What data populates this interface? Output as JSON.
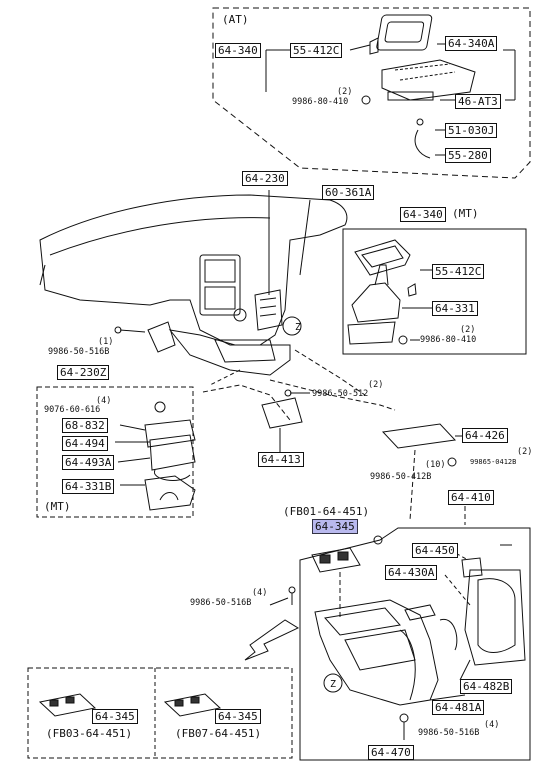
{
  "parts": {
    "p64_340": "64-340",
    "p55_412c_at": "55-412C",
    "p64_340a": "64-340A",
    "qty_at_bolt": "(2)",
    "bolt_at": "9986-80-410",
    "p46_at3": "46-AT3",
    "p51_030j": "51-030J",
    "p55_280": "55-280",
    "p64_230": "64-230",
    "p60_361a": "60-361A",
    "p64_340_mt": "64-340",
    "mt_suffix_1": "(MT)",
    "p55_412c_mt": "55-412C",
    "p64_331": "64-331",
    "qty_mt_bolt": "(2)",
    "bolt_mt": "9986-80-410",
    "qty_left_bolt": "(1)",
    "bolt_left": "9986-50-516B",
    "p64_230z": "64-230Z",
    "qty_mid_bolt": "(2)",
    "bolt_mid": "9986-50-512",
    "qty_knob": "(4)",
    "knob_bolt": "9076-60-616",
    "p68_832": "68-832",
    "p64_494": "64-494",
    "p64_493a": "64-493A",
    "p64_331b": "64-331B",
    "mt_suffix_2": "(MT)",
    "p64_413": "64-413",
    "p64_426": "64-426",
    "qty_10": "(10)",
    "bolt_412b": "9986-50-412B",
    "qty_right": "(2)",
    "bolt_right": "99865-0412B",
    "p64_410": "64-410",
    "fb01_code": "(FB01-64-451)",
    "p64_345_main": "64-345",
    "p64_450": "64-450",
    "p64_430a": "64-430A",
    "qty_516": "(4)",
    "bolt_516b": "9986-50-516B",
    "p64_482b": "64-482B",
    "p64_481a": "64-481A",
    "qty_bottom": "(4)",
    "bolt_bottom": "9986-50-516B",
    "p64_470": "64-470",
    "p64_345_fb03": "64-345",
    "fb03_code": "(FB03-64-451)",
    "p64_345_fb07": "64-345",
    "fb07_code": "(FB07-64-451)"
  },
  "callouts": {
    "at_tag": "(AT)",
    "z_top": "Z",
    "z_bottom": "Z"
  }
}
